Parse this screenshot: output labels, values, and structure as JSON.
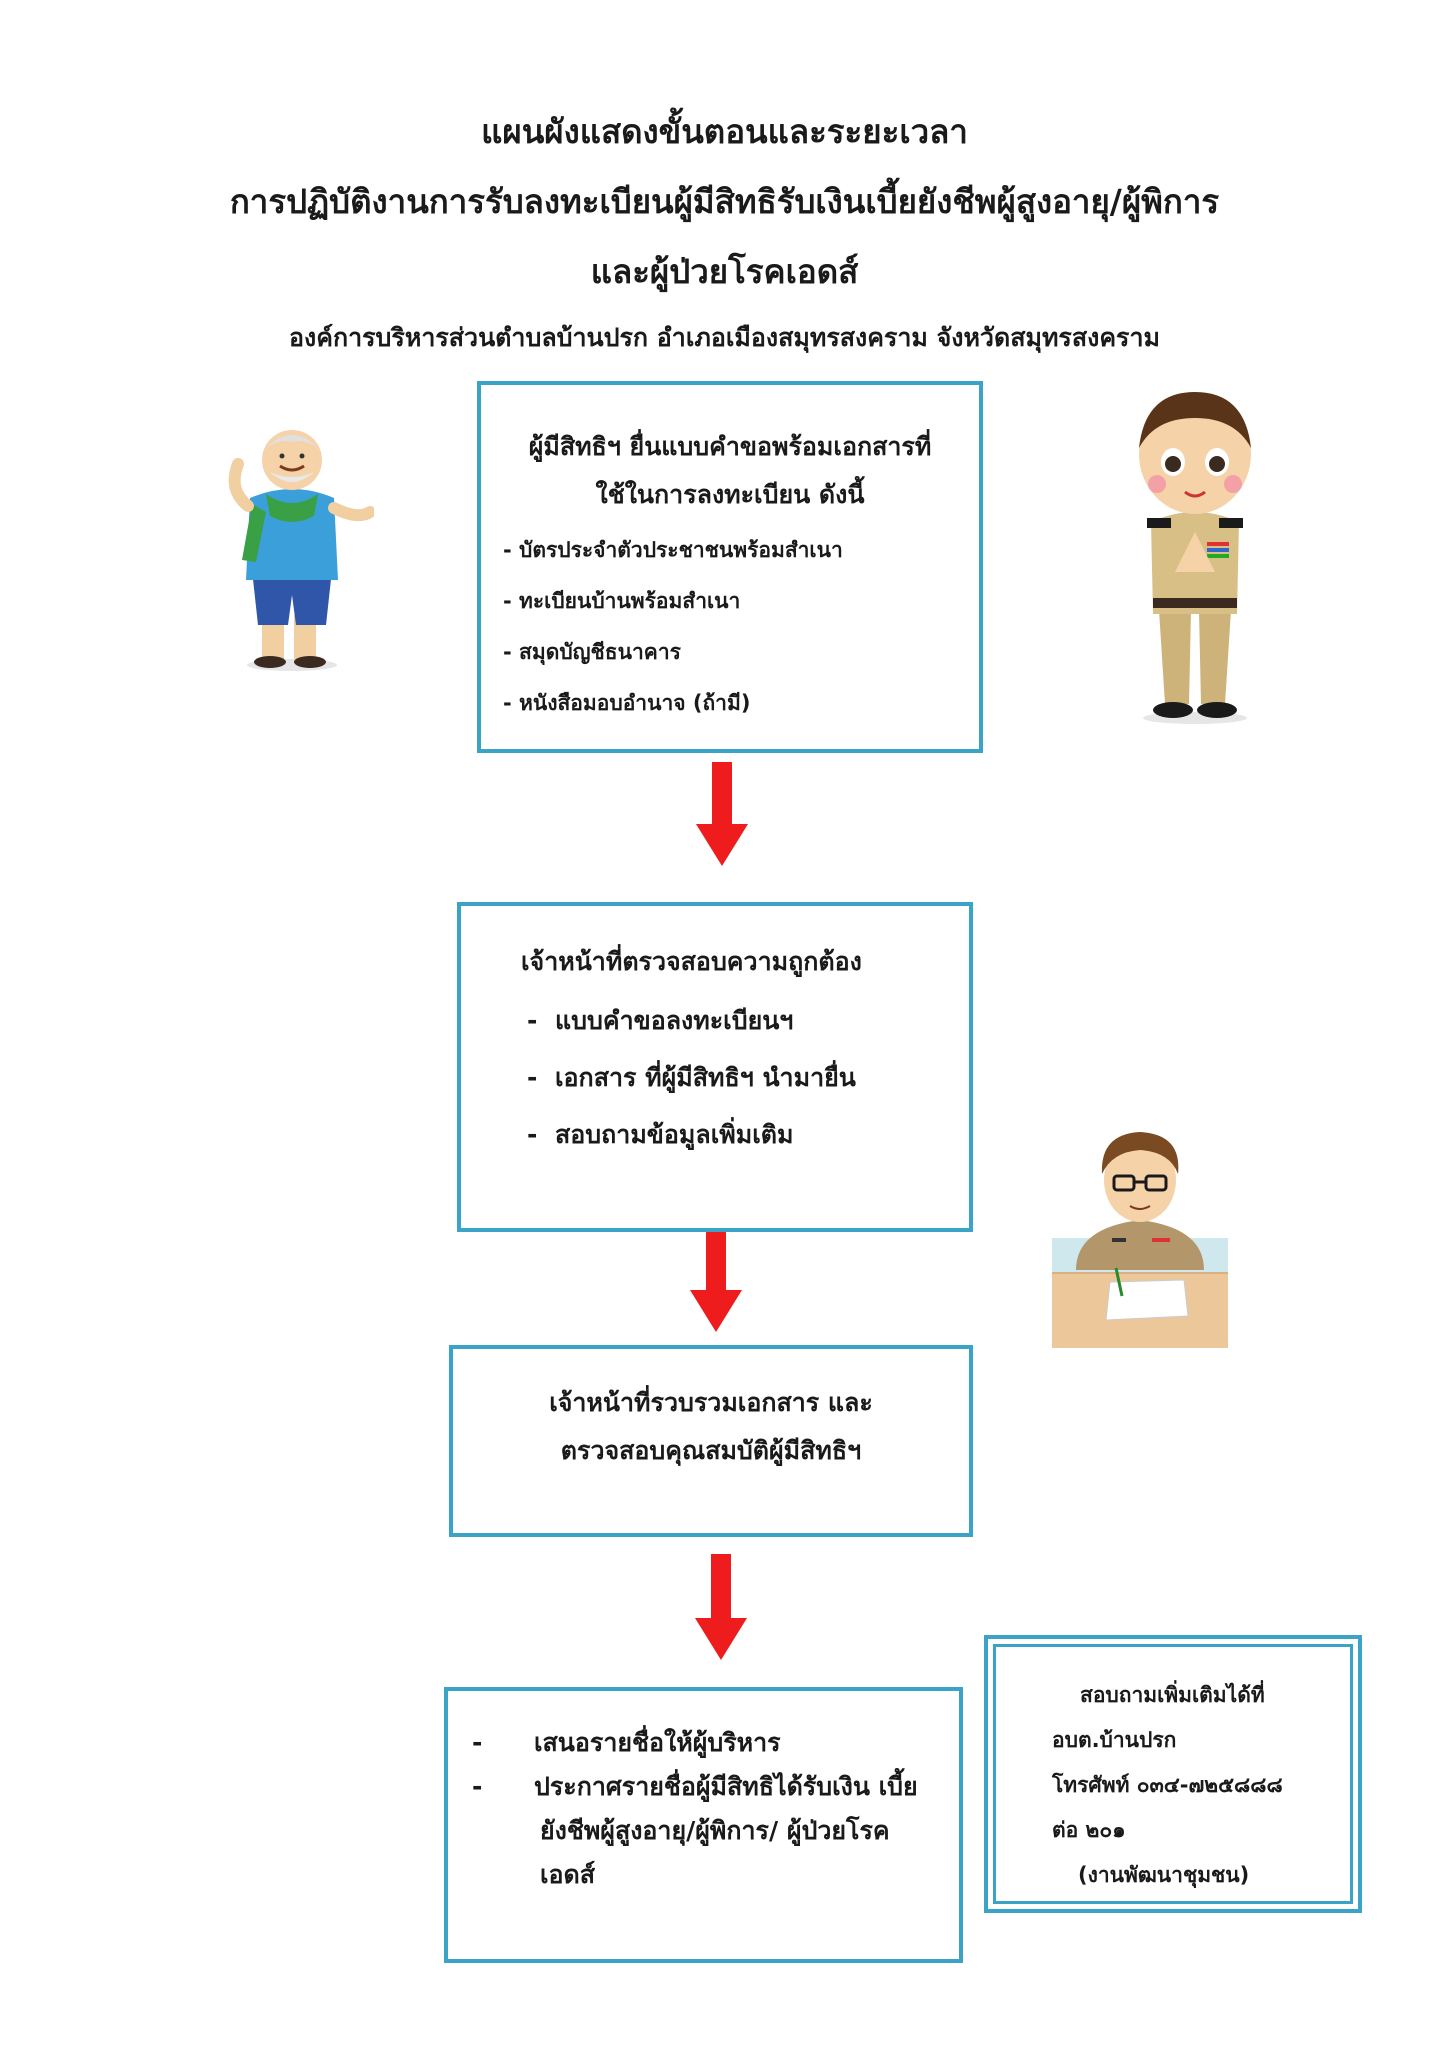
{
  "header": {
    "line1": "แผนผังแสดงขั้นตอนและระยะเวลา",
    "line2": "การปฏิบัติงานการรับลงทะเบียนผู้มีสิทธิรับเงินเบี้ยยังชีพผู้สูงอายุ/ผู้พิการ",
    "line3": "และผู้ป่วยโรคเอดส์",
    "organization": "องค์การบริหารส่วนตำบลบ้านปรก อำเภอเมืองสมุทรสงคราม จังหวัดสมุทรสงคราม"
  },
  "steps": [
    {
      "heading": [
        "ผู้มีสิทธิฯ ยื่นแบบคำขอพร้อมเอกสารที่",
        "ใช้ในการลงทะเบียน ดังนี้"
      ],
      "items": [
        "บัตรประจำตัวประชาชนพร้อมสำเนา",
        "ทะเบียนบ้านพร้อมสำเนา",
        "สมุดบัญชีธนาคาร",
        "หนังสือมอบอำนาจ (ถ้ามี)"
      ]
    },
    {
      "heading": [
        "เจ้าหน้าที่ตรวจสอบความถูกต้อง"
      ],
      "items": [
        "แบบคำขอลงทะเบียนฯ",
        "เอกสาร ที่ผู้มีสิทธิฯ นำมายื่น",
        "สอบถามข้อมูลเพิ่มเติม"
      ]
    },
    {
      "heading": [
        "เจ้าหน้าที่รวบรวมเอกสาร และ",
        "ตรวจสอบคุณสมบัติผู้มีสิทธิฯ"
      ],
      "items": []
    },
    {
      "heading": [],
      "items": [
        "เสนอรายชื่อให้ผู้บริหาร",
        "ประกาศรายชื่อผู้มีสิทธิได้รับเงิน เบี้ยยังชีพผู้สูงอายุ/ผู้พิการ/ ผู้ป่วยโรคเอดส์"
      ]
    }
  ],
  "list_marker": "-",
  "contact": {
    "title": "สอบถามเพิ่มเติมได้ที่",
    "org": "อบต.บ้านปรก",
    "phone": "โทรศัพท์ ๐๓๔-๗๒๕๘๘๘",
    "ext": "ต่อ ๒๐๑",
    "unit": "(งานพัฒนาชุมชน)"
  },
  "colors": {
    "box_border": "#3aa3c6",
    "arrow": "#ee1c1c",
    "text": "#1a1a1a"
  },
  "icons": [
    "elderly-man-illustration",
    "official-greeting-illustration",
    "officer-at-desk-illustration",
    "down-arrow-icon"
  ]
}
